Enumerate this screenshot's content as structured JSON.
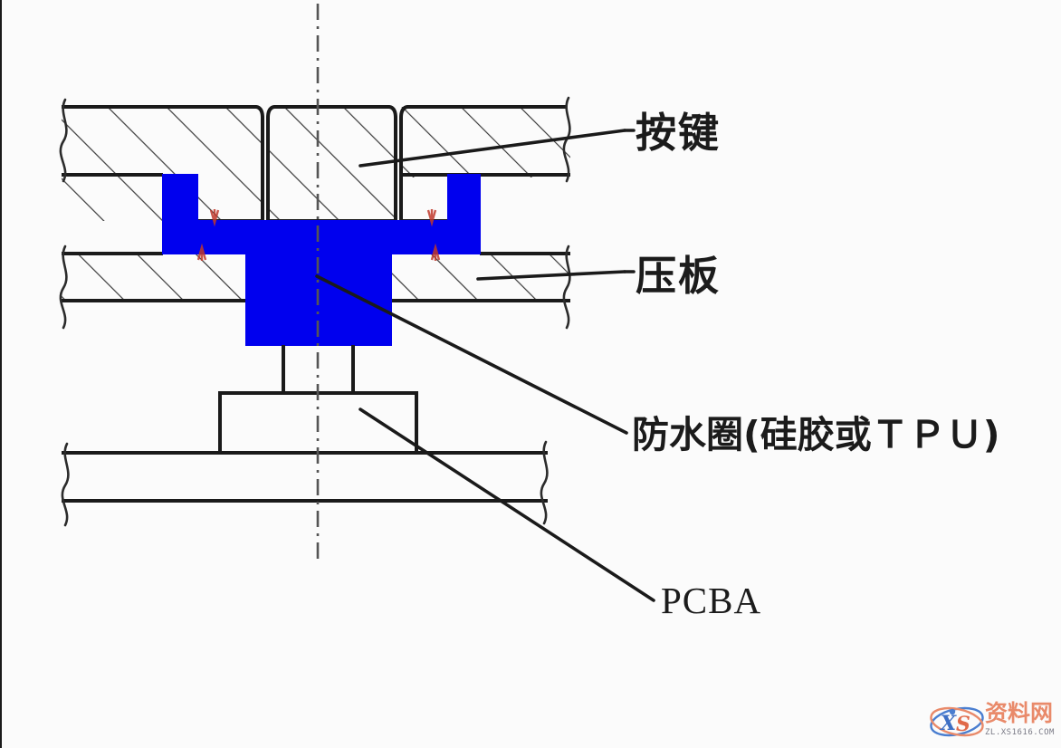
{
  "document": {
    "type": "engineering-cross-section",
    "title": "Waterproof push-button assembly cross-section",
    "background_color": "#fbfbfb",
    "line_color": "#1a1a1a",
    "gasket_color": "#0000ee",
    "marker_color": "#cc2222"
  },
  "labels": {
    "button": "按键",
    "pressure_plate": "压板",
    "waterproof_gasket": "防水圈(硅胶或ＴＰＵ)",
    "pcba": "PCBA"
  },
  "parts": [
    {
      "id": "button",
      "label": "按键",
      "material": "hatched-section",
      "description": "Button cap with rounded top corners, sectioned with 45-degree hatching"
    },
    {
      "id": "pressure-plate",
      "label": "压板",
      "material": "hatched-section",
      "description": "Pressure plate, two halves left and right of the gasket stem"
    },
    {
      "id": "waterproof-gasket",
      "label": "防水圈(硅胶或ＴＰＵ)",
      "material": "silicone-or-tpu",
      "color": "#0000ee",
      "description": "Solid blue T-shaped waterproof ring sealing between button and plate"
    },
    {
      "id": "pcba",
      "label": "PCBA",
      "material": "board",
      "description": "Printed circuit board assembly with tactile switch dome beneath the gasket plunger"
    }
  ],
  "annotations": {
    "compression_markers": 4,
    "centerline": "dash-dot vertical axis of symmetry",
    "break_lines": "wavy break symbols at left and right edges of each sectioned member"
  },
  "watermark": {
    "logo_text": "资料网",
    "monogram": "XS",
    "url": "ZL.XS1616.COM"
  }
}
